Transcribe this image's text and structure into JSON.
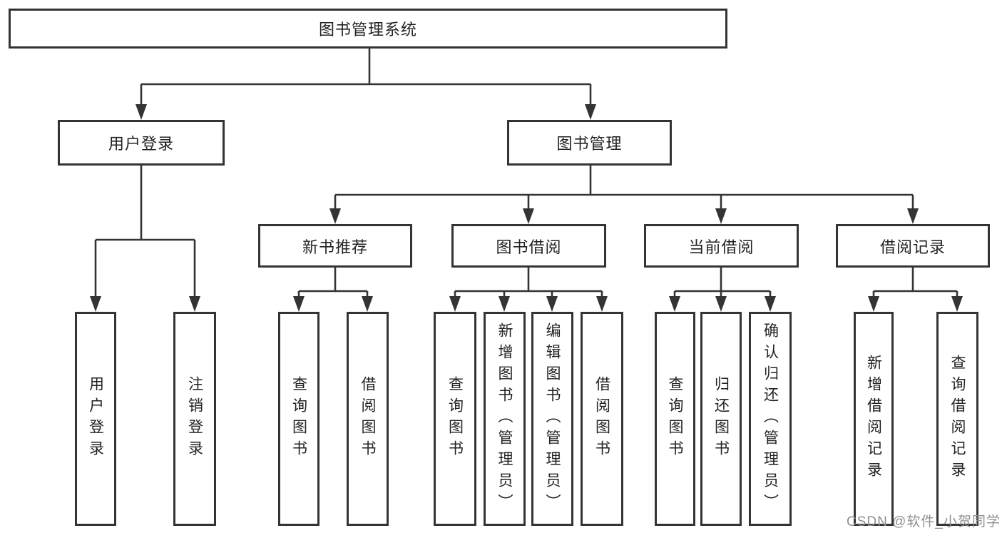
{
  "tree": {
    "root": {
      "label": "图书管理系统"
    },
    "level2": [
      {
        "label": "用户登录"
      },
      {
        "label": "图书管理"
      }
    ],
    "level3": [
      {
        "label": "新书推荐"
      },
      {
        "label": "图书借阅"
      },
      {
        "label": "当前借阅"
      },
      {
        "label": "借阅记录"
      }
    ],
    "leaves": {
      "user_login": [
        "用户登录",
        "注销登录"
      ],
      "new_book_rec": [
        "查询图书",
        "借阅图书"
      ],
      "book_borrow": [
        "查询图书",
        "新增图书（管理员）",
        "编辑图书（管理员）",
        "借阅图书"
      ],
      "current_borrow": [
        "查询图书",
        "归还图书",
        "确认归还（管理员）"
      ],
      "borrow_records": [
        "新增借阅记录",
        "查询借阅记录"
      ]
    }
  },
  "watermark": {
    "text": "CSDN @软件_小贺同学"
  },
  "colors": {
    "line": "#343434",
    "box_border": "#343434",
    "box_background": "#ffffff",
    "text": "#222222",
    "watermark": "#8f8f8f",
    "page_background": "#ffffff"
  }
}
